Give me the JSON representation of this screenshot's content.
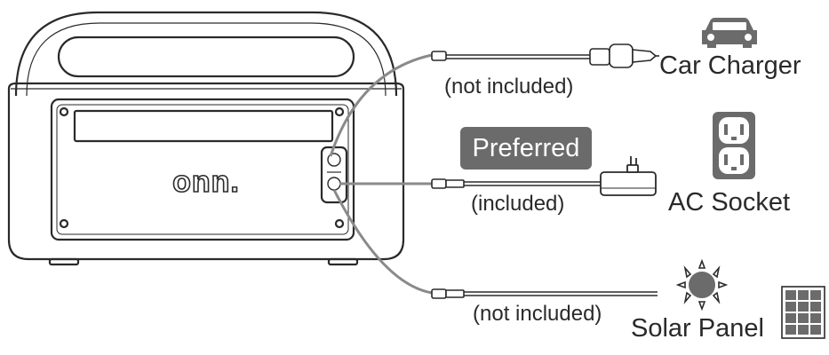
{
  "brand": "onn.",
  "badge": "Preferred",
  "sources": [
    {
      "name": "Car Charger",
      "note": "(not included)",
      "icon": "car-icon"
    },
    {
      "name": "AC Socket",
      "note": "(included)",
      "icon": "outlet-icon"
    },
    {
      "name": "Solar Panel",
      "note": "(not included)",
      "icon": "solar-panel-icon"
    }
  ],
  "extra_icons": [
    "sun-icon",
    "ac-adapter-icon",
    "car-plug-icon"
  ],
  "colors": {
    "line": "#2a2a2a",
    "cable": "#8a8a8a",
    "icon_fill": "#6b6b6b",
    "badge_bg": "#6b6b6b"
  }
}
